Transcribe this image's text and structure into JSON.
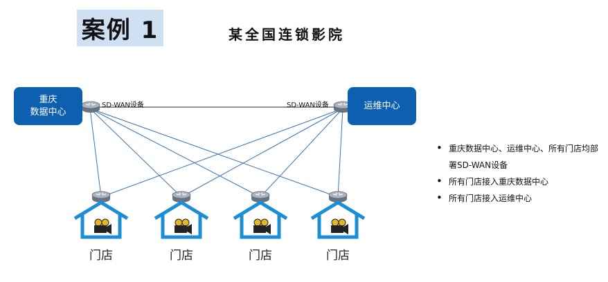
{
  "header": {
    "case_label": "案例 1",
    "title": "某全国连锁影院"
  },
  "sites": {
    "data_center": {
      "line1": "重庆",
      "line2": "数据中心"
    },
    "ops_center": "运维中心"
  },
  "devices": {
    "left_label": "SD-WAN设备",
    "right_label": "SD-WAN设备"
  },
  "stores": [
    "门店",
    "门店",
    "门店",
    "门店"
  ],
  "notes": [
    "重庆数据中心、运维中心、所有门店均部署SD-WAN设备",
    "所有门店接入重庆数据中心",
    "所有门店接入运维中心"
  ],
  "colors": {
    "site_box": "#0d5fb0",
    "link": "#3a70b8",
    "house": "#1a8fd6",
    "title_bg": "#cfe0f2"
  }
}
